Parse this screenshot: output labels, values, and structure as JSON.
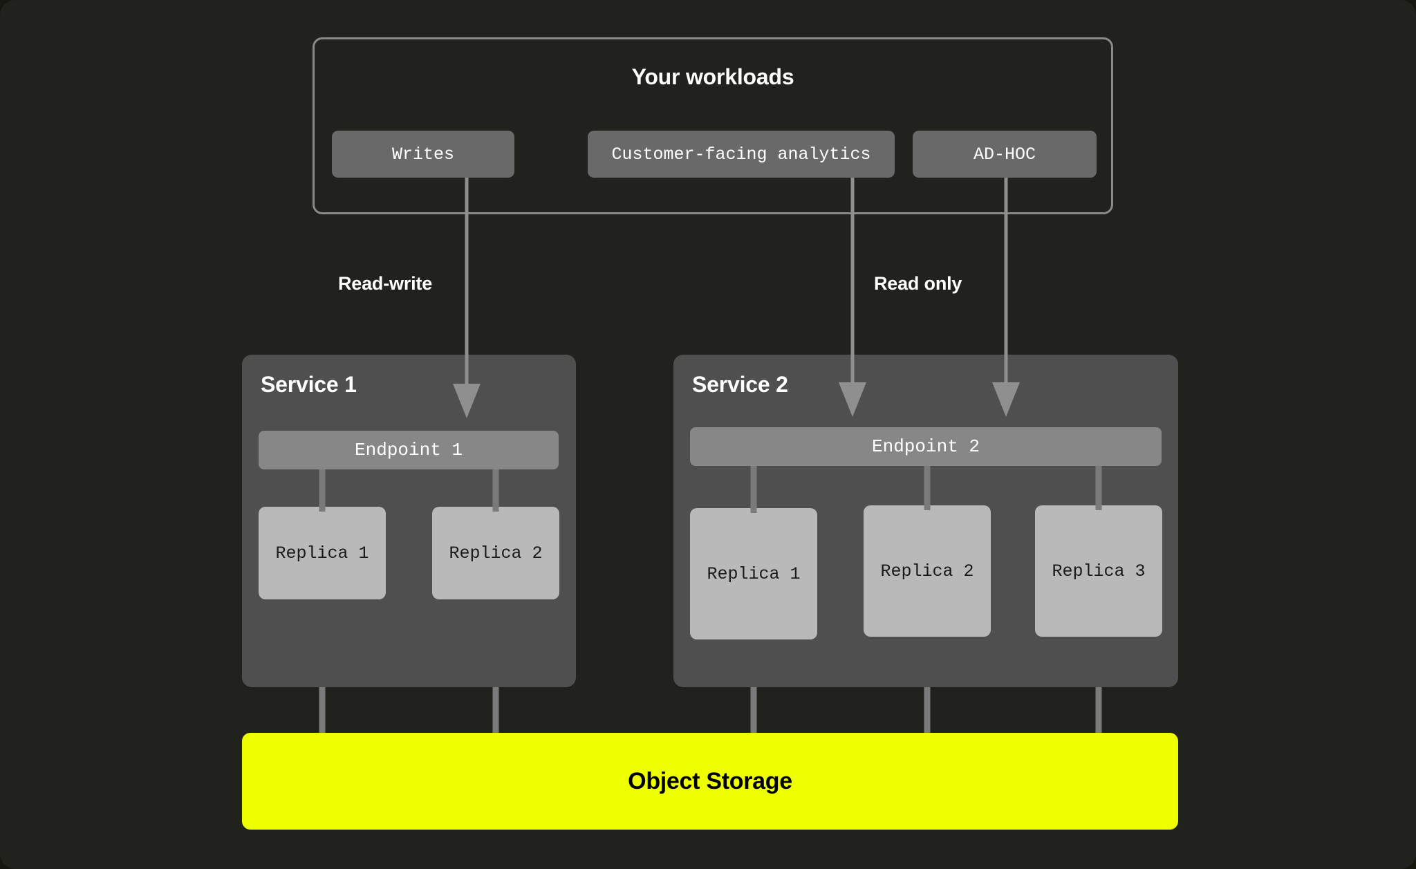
{
  "diagram": {
    "background_color": "#21221d",
    "accent_color": "#eeff00",
    "connector_color": "#8a8a8a"
  },
  "workloads": {
    "title": "Your workloads",
    "items": [
      {
        "id": "writes",
        "label": "Writes"
      },
      {
        "id": "analytics",
        "label": "Customer-facing analytics"
      },
      {
        "id": "adhoc",
        "label": "AD-HOC"
      }
    ]
  },
  "flows": [
    {
      "id": "read-write",
      "label": "Read-write"
    },
    {
      "id": "read-only",
      "label": "Read only"
    }
  ],
  "services": [
    {
      "id": "service-1",
      "title": "Service 1",
      "endpoint": "Endpoint 1",
      "replicas": [
        {
          "label": "Replica 1"
        },
        {
          "label": "Replica 2"
        }
      ]
    },
    {
      "id": "service-2",
      "title": "Service 2",
      "endpoint": "Endpoint 2",
      "replicas": [
        {
          "label": "Replica 1"
        },
        {
          "label": "Replica 2"
        },
        {
          "label": "Replica 3"
        }
      ]
    }
  ],
  "storage": {
    "label": "Object Storage",
    "color": "#eeff00"
  }
}
